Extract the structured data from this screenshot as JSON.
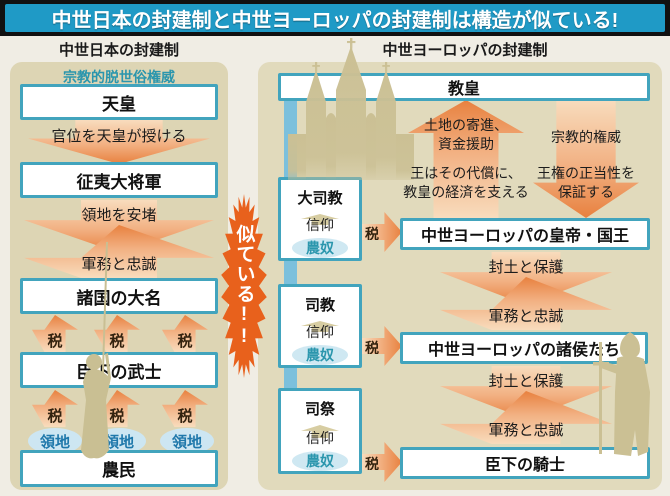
{
  "title": "中世日本の封建制と中世ヨーロッパの封建制は構造が似ている!",
  "similar_badge": "似ている!!",
  "japan": {
    "header": "中世日本の封建制",
    "authority_label": "宗教的脱世俗権威",
    "emperor": "天皇",
    "grant_rank": "官位を天皇が授ける",
    "shogun": "征夷大将軍",
    "land_guarantee": "領地を安堵",
    "military_loyalty": "軍務と忠誠",
    "daimyo": "諸国の大名",
    "tax": "税",
    "samurai": "臣下の武士",
    "territory": "領地",
    "farmers": "農民"
  },
  "europe": {
    "header": "中世ヨーロッパの封建制",
    "pope": "教皇",
    "donation": "土地の寄進、\n資金援助",
    "religious_authority": "宗教的権威",
    "king_support": "王はその代償に、\n教皇の経済を支える",
    "legitimacy": "王権の正当性を\n保証する",
    "faith": "信仰",
    "serf": "農奴",
    "tax": "税",
    "clergy": [
      {
        "title": "大司教"
      },
      {
        "title": "司教"
      },
      {
        "title": "司祭"
      }
    ],
    "king": "中世ヨーロッパの皇帝・国王",
    "fief_protection": "封土と保護",
    "military_loyalty": "軍務と忠誠",
    "lords": "中世ヨーロッパの諸侯たち",
    "knights": "臣下の騎士"
  },
  "colors": {
    "title_bar_blue": "#1f9ac6",
    "panel_beige": "#ddd5b4",
    "box_border_teal": "#42a4bd",
    "arrow_orange": "#e8813f",
    "starburst_orange": "#e8611c",
    "connector_blue": "#7cc0dc",
    "silhouette_beige": "#cbc094",
    "teal_text": "#2b96ad",
    "territory_blue": "#1f78ab"
  }
}
